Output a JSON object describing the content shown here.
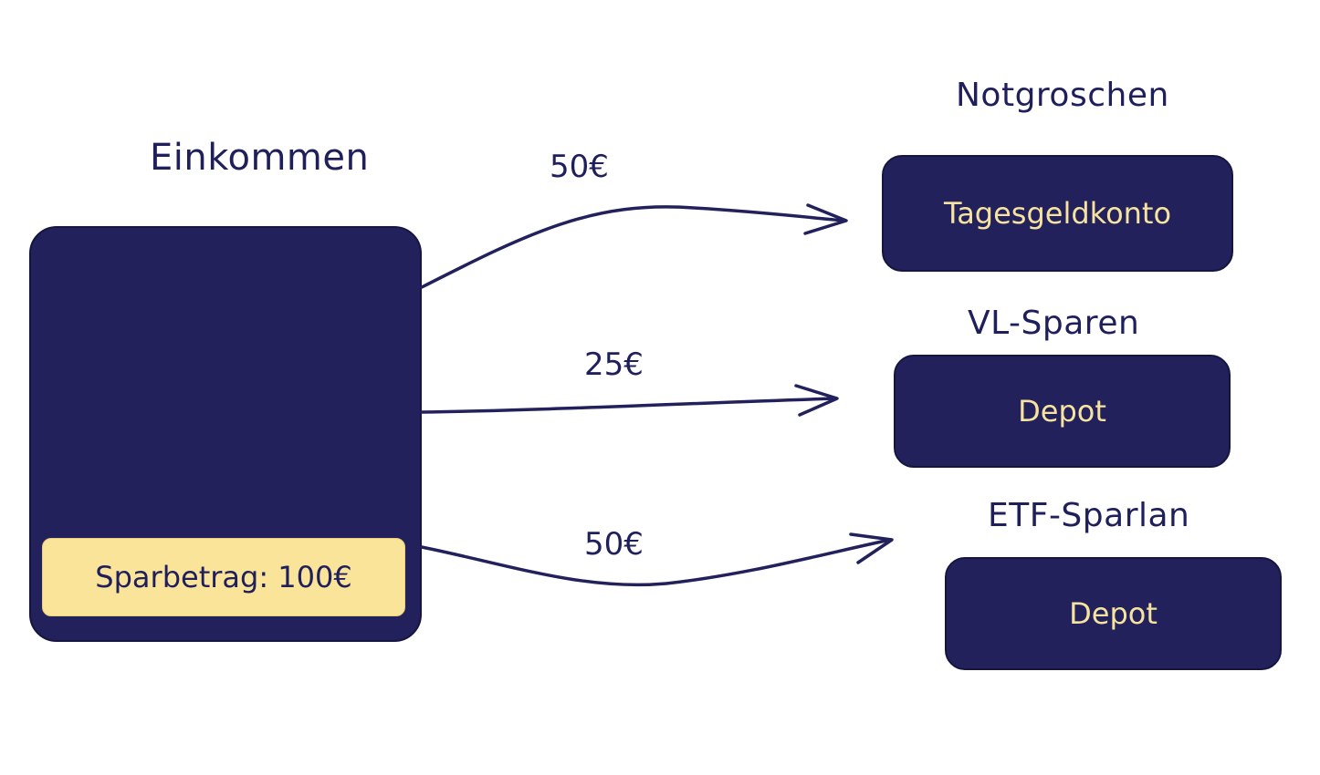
{
  "source": {
    "title": "Einkommen",
    "inner_label": "Sparbetrag: 100€"
  },
  "flows": [
    {
      "amount": "50€"
    },
    {
      "amount": "25€"
    },
    {
      "amount": "50€"
    }
  ],
  "targets": [
    {
      "title": "Notgroschen",
      "box_label": "Tagesgeldkonto"
    },
    {
      "title": "VL-Sparen",
      "box_label": "Depot"
    },
    {
      "title": "ETF-Sparlan",
      "box_label": "Depot"
    }
  ],
  "colors": {
    "box_fill": "#22215c",
    "box_text": "#f6e3a0",
    "highlight_fill": "#fae49a",
    "ink": "#1f1f5c"
  }
}
